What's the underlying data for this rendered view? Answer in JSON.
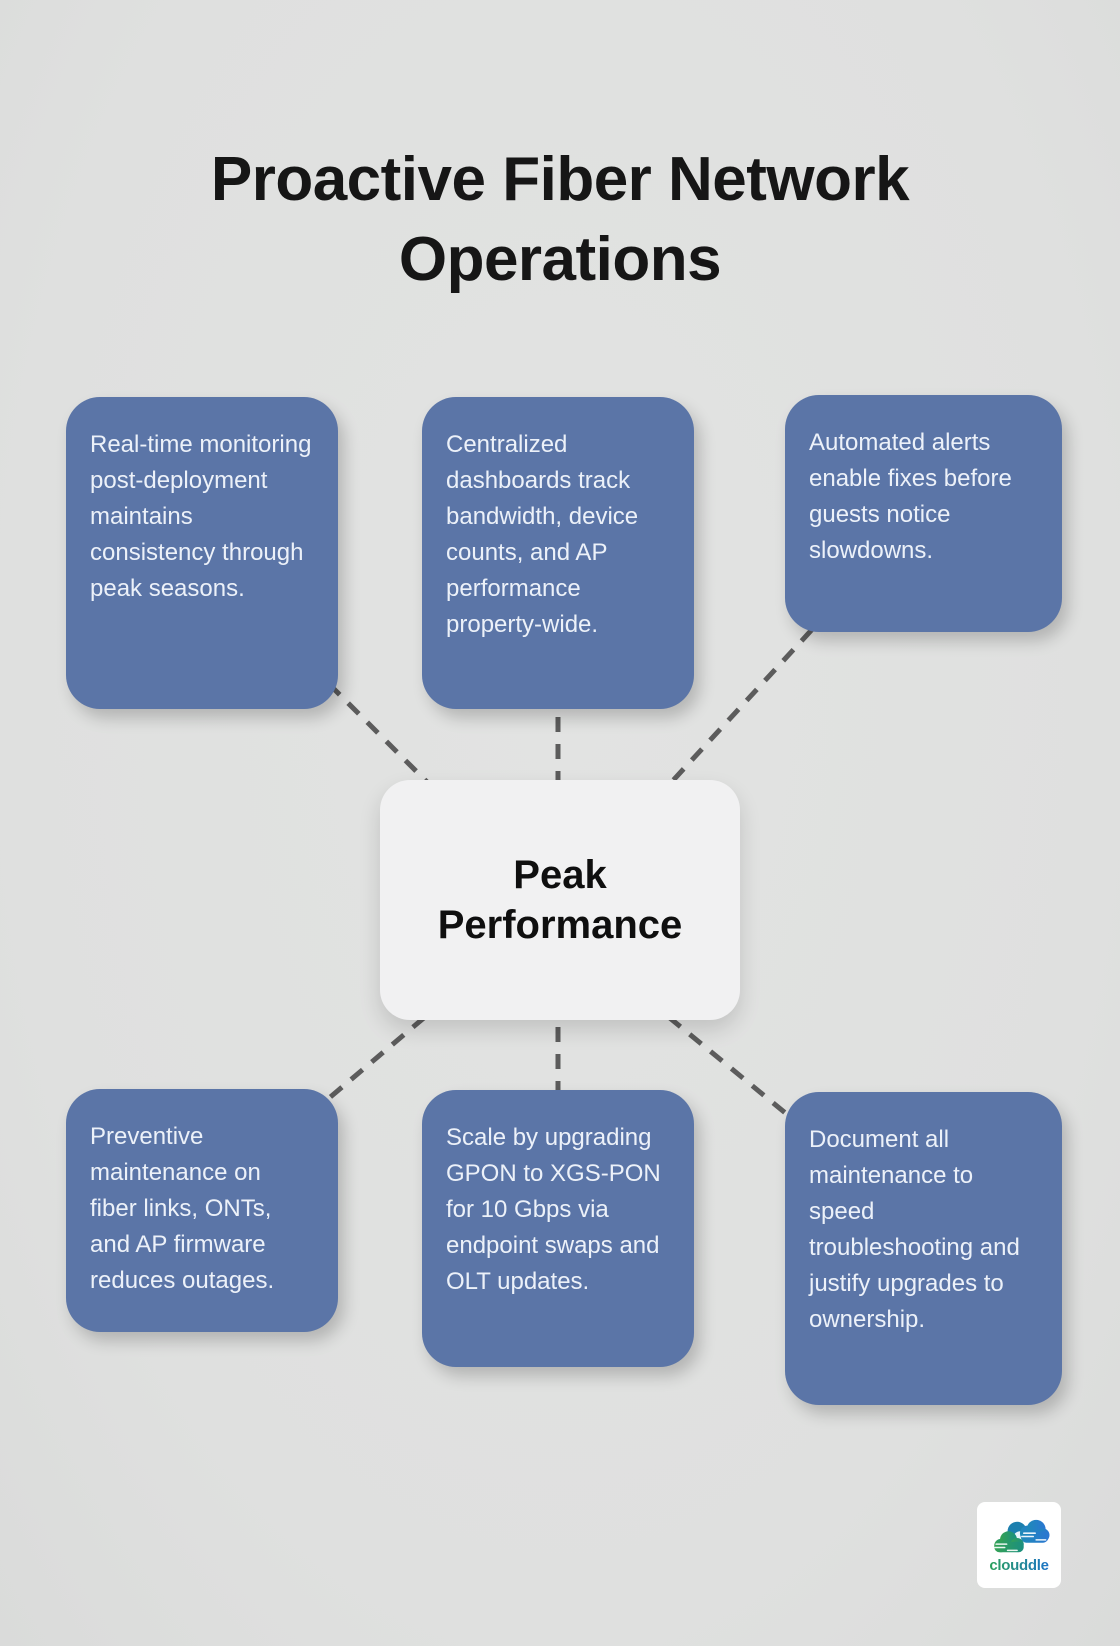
{
  "title": "Proactive Fiber Network Operations",
  "center_node": {
    "label": "Peak Performance"
  },
  "nodes": [
    {
      "position": "top-left",
      "text": "Real-time monitoring post-deployment maintains consistency through peak seasons."
    },
    {
      "position": "top-middle",
      "text": "Centralized dashboards track bandwidth, device counts, and AP performance property-wide."
    },
    {
      "position": "top-right",
      "text": "Automated alerts enable fixes before guests notice slowdowns."
    },
    {
      "position": "bottom-left",
      "text": "Preventive maintenance on fiber links, ONTs, and AP firmware reduces outages."
    },
    {
      "position": "bottom-middle",
      "text": "Scale by upgrading GPON to XGS-PON for 10 Gbps via endpoint swaps and OLT updates."
    },
    {
      "position": "bottom-right",
      "text": "Document all maintenance to speed troubleshooting and justify upgrades to ownership."
    }
  ],
  "logo": {
    "brand": "clouddle"
  },
  "colors": {
    "node_fill": "#5b75a7",
    "node_text": "#ecf1f9",
    "center_fill": "#f1f1f2",
    "connector": "#5c5c5c",
    "background": "#dfe0df",
    "title_text": "#161616",
    "logo_green": "#2aa05a",
    "logo_blue": "#1d74c8"
  }
}
